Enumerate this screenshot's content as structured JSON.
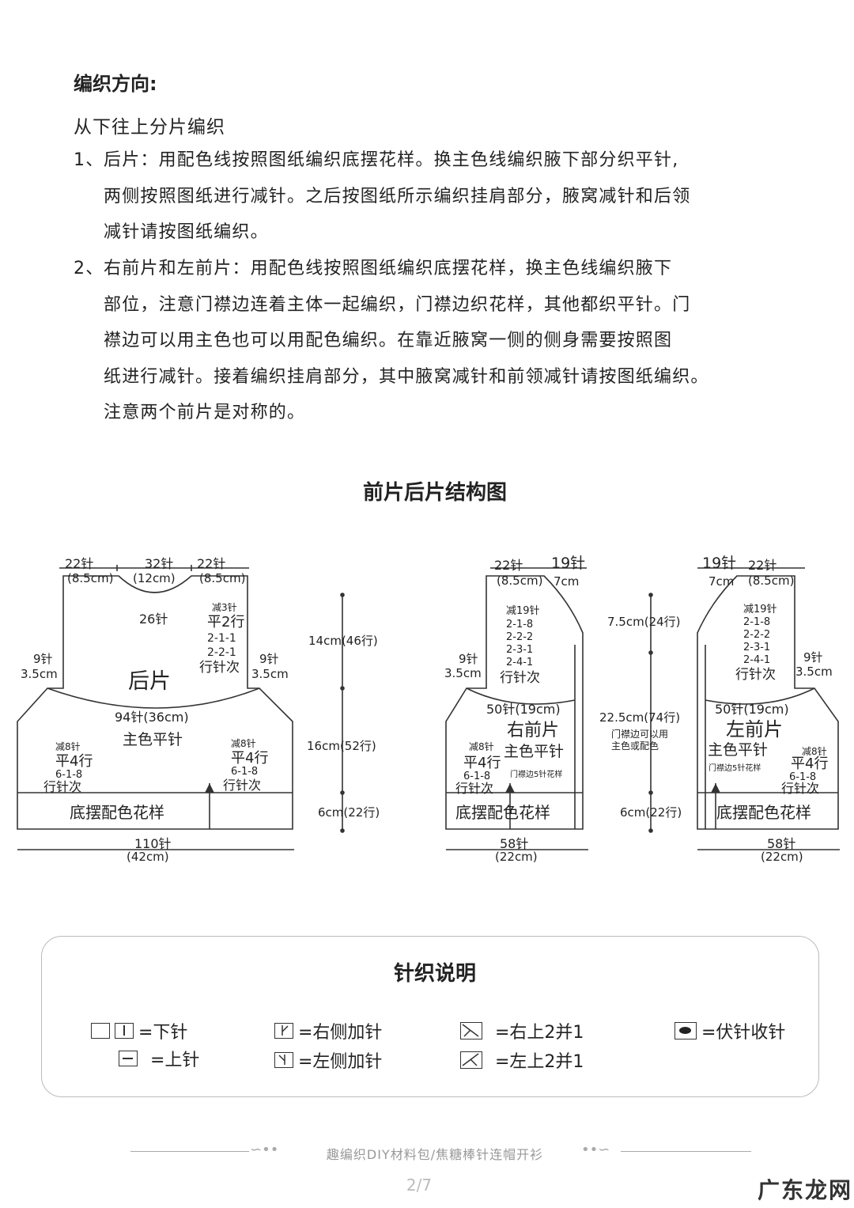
{
  "heading": "编织方向:",
  "intro": "从下往上分片编织",
  "paragraphs": [
    {
      "num": "1、",
      "lines": [
        "后片：用配色线按照图纸编织底摆花样。换主色线编织腋下部分织平针,",
        "两侧按照图纸进行减针。之后按图纸所示编织挂肩部分，腋窝减针和后领",
        "减针请按图纸编织。"
      ]
    },
    {
      "num": "2、",
      "lines": [
        "右前片和左前片：用配色线按照图纸编织底摆花样，换主色线编织腋下",
        "部位，注意门襟边连着主体一起编织，门襟边织花样，其他都织平针。门",
        "襟边可以用主色也可以用配色编织。在靠近腋窝一侧的侧身需要按照图",
        "纸进行减针。接着编织挂肩部分，其中腋窝减针和前领减针请按图纸编织。",
        "注意两个前片是对称的。"
      ]
    }
  ],
  "chart_title": "前片后片结构图",
  "back": {
    "top_left": "22针",
    "top_left_cm": "(8.5cm)",
    "top_mid": "32针",
    "top_mid_cm": "(12cm)",
    "top_right": "22针",
    "top_right_cm": "(8.5cm)",
    "neck": "26针",
    "dec3": "减3针",
    "ping2": "平2行",
    "rule1": "2-1-1",
    "rule2": "2-2-1",
    "hangzhenci": "行针次",
    "left9": "9针",
    "left9cm": "3.5cm",
    "right9": "9针",
    "right9cm": "3.5cm",
    "name": "后片",
    "width94": "94针(36cm)",
    "main": "主色平针",
    "dec8": "减8针",
    "ping4": "平4行",
    "rule618": "6-1-8",
    "hangzhenci2": "行针次",
    "hem": "底摆配色花样",
    "bottom": "110针",
    "bottom_cm": "(42cm)"
  },
  "center": {
    "h14": "14cm(46行)",
    "h16": "16cm(52行)",
    "h6": "6cm(22行)"
  },
  "right_front": {
    "top22": "22针",
    "top22cm": "(8.5cm)",
    "top19": "19针",
    "top19cm": "7cm",
    "dec19": "减19针",
    "r1": "2-1-8",
    "r2": "2-2-2",
    "r3": "2-3-1",
    "r4": "2-4-1",
    "hzc": "行针次",
    "left9": "9针",
    "left9cm": "3.5cm",
    "width50": "50针(19cm)",
    "name": "右前片",
    "main": "主色平针",
    "dec8": "减8针",
    "ping4": "平4行",
    "rule618": "6-1-8",
    "hzc2": "行针次",
    "placket": "门襟边5针花样",
    "hem": "底摆配色花样",
    "bottom": "58针",
    "bottom_cm": "(22cm)"
  },
  "middle2": {
    "h75": "7.5cm(24行)",
    "h225": "22.5cm(74行)",
    "note1": "门襟边可以用",
    "note2": "主色或配色",
    "h6": "6cm(22行)"
  },
  "left_front": {
    "top19": "19针",
    "top19cm": "7cm",
    "top22": "22针",
    "top22cm": "(8.5cm)",
    "dec19": "减19针",
    "r1": "2-1-8",
    "r2": "2-2-2",
    "r3": "2-3-1",
    "r4": "2-4-1",
    "hzc": "行针次",
    "right9": "9针",
    "right9cm": "3.5cm",
    "width50": "50针(19cm)",
    "name": "左前片",
    "main": "主色平针",
    "dec8": "减8针",
    "ping4": "平4行",
    "rule618": "6-1-8",
    "hzc2": "行针次",
    "placket": "门襟边5针花样",
    "hem": "底摆配色花样",
    "bottom": "58针",
    "bottom_cm": "(22cm)"
  },
  "legend": {
    "title": "针织说明",
    "knit": "=下针",
    "purl": "=上针",
    "right_inc": "=右侧加针",
    "left_inc": "=左侧加针",
    "right_dec": "=右上2并1",
    "left_dec": "=左上2并1",
    "bindoff": "=伏针收针"
  },
  "footer": "趣编织DIY材料包/焦糖棒针连帽开衫",
  "page": "2/7",
  "watermark": "广东龙网"
}
